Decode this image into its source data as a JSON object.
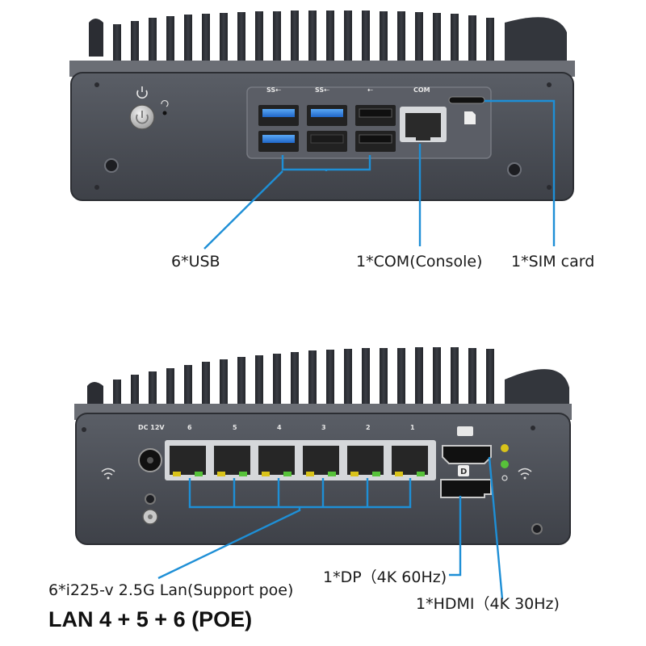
{
  "colors": {
    "callout_line": "#1e8fd6",
    "chassis": "#4a4d55",
    "fins": "#2e3036",
    "usb3_port": "#2f7fe0",
    "led_yellow": "#d9c31a",
    "led_green": "#57c23a"
  },
  "top_panel": {
    "port_labels": [
      "SS⇠",
      "SS⇠",
      "⇠",
      "COM"
    ],
    "callouts": {
      "usb": "6*USB",
      "com": "1*COM(Console)",
      "sim": "1*SIM card"
    }
  },
  "bottom_panel": {
    "dc_label": "DC 12V",
    "lan_numbers": [
      "6",
      "5",
      "4",
      "3",
      "2",
      "1"
    ],
    "callouts": {
      "lan": "6*i225-v 2.5G Lan(Support poe)",
      "dp": "1*DP（4K 60Hz)",
      "hdmi": "1*HDMI（4K 30Hz)"
    },
    "poe_note": "LAN 4 + 5 + 6 (POE)"
  },
  "icons": [
    "power-button-icon",
    "wifi-antenna-icon",
    "ground-screw-icon",
    "network-icon",
    "displayport-icon",
    "sim-card-icon"
  ]
}
